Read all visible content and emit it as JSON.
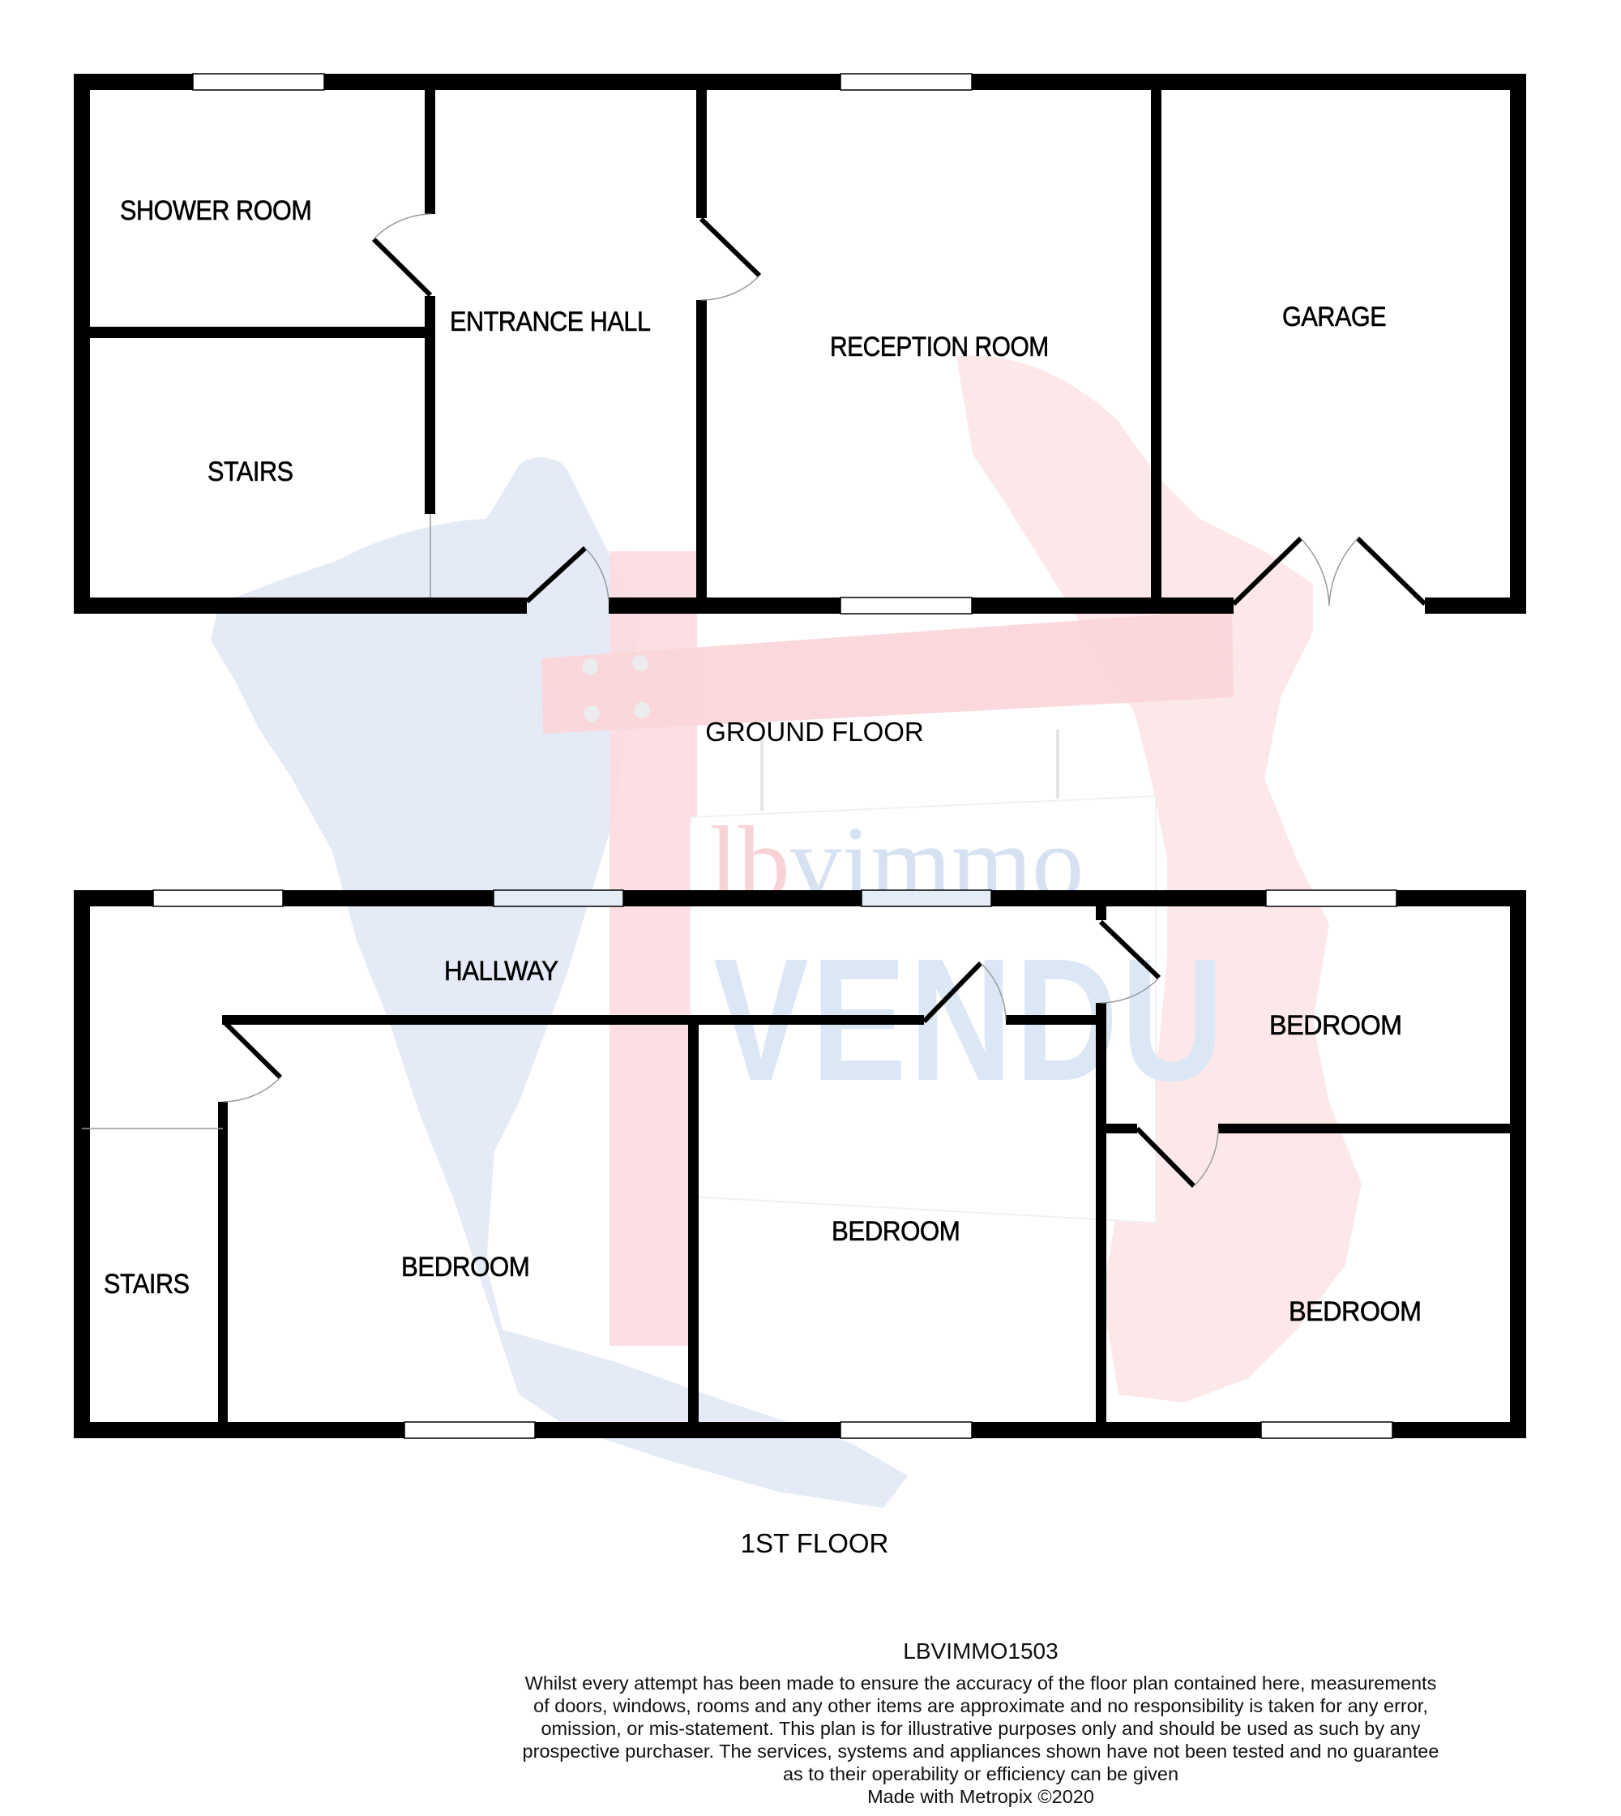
{
  "plan": {
    "reference": "LBVIMMO1503",
    "credit": "Made with Metropix ©2020",
    "disclaimer_lines": [
      "Whilst every attempt has been made to ensure the accuracy of the floor plan contained here, measurements",
      "of doors, windows, rooms and any other items are approximate and no responsibility is taken for any error,",
      "omission, or mis-statement. This plan is for illustrative purposes only and should be used as such by any",
      "prospective purchaser. The services, systems and appliances shown have not been tested and no guarantee",
      "as to their operability or efficiency can be given"
    ]
  },
  "ground_floor": {
    "title": "GROUND FLOOR",
    "rooms": {
      "shower_room": "SHOWER ROOM",
      "entrance_hall": "ENTRANCE HALL",
      "stairs": "STAIRS",
      "reception_room": "RECEPTION ROOM",
      "garage": "GARAGE"
    }
  },
  "first_floor": {
    "title": "1ST FLOOR",
    "rooms": {
      "hallway": "HALLWAY",
      "stairs": "STAIRS",
      "bedroom_1": "BEDROOM",
      "bedroom_2": "BEDROOM",
      "bedroom_3": "BEDROOM",
      "bedroom_4": "BEDROOM"
    }
  },
  "watermark": {
    "brand_prefix": "lb",
    "brand_suffix": "vimmo",
    "status": "VENDU",
    "colors": {
      "blue": "#dbe6f5",
      "red": "#fde3e4",
      "brand_red": "#f4c9cc",
      "brand_blue": "#cfdcef",
      "vendu_blue": "#d9e5f4"
    }
  },
  "colors": {
    "wall": "#000000",
    "window_fill": "#ffffff",
    "door_arc": "#9a9a9a",
    "background": "#ffffff"
  }
}
